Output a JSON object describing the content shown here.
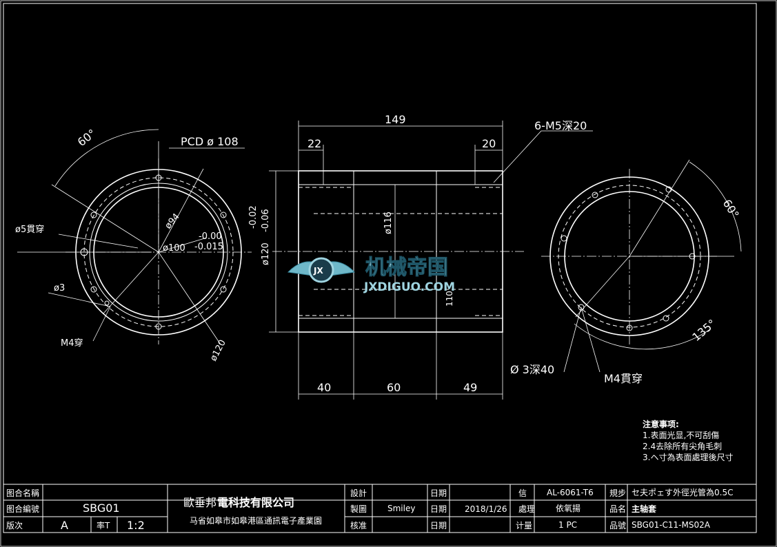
{
  "dims": {
    "overall_length": "149",
    "left_step": "22",
    "right_step": "20",
    "thread": "6-M5深20",
    "od_tol_upper": "-0.02",
    "od_tol_lower": "-0.06",
    "od": "ø120",
    "bore": "ø116",
    "seg1": "40",
    "seg2": "60",
    "seg3": "49",
    "pcd": "PCD ø 108",
    "angle_left": "60°",
    "angle_right": "60°",
    "angle_135": "135°",
    "thru5": "ø5貫穿",
    "d94": "ø94",
    "d100": "ø100",
    "tol_upper": "-0.00",
    "tol_lower": "-0.015",
    "d3": "ø3",
    "m4": "M4穿",
    "d120": "ø120",
    "d3deep": "Ø 3深40",
    "m4thru": "M4貫穿",
    "partial": "110"
  },
  "watermark": {
    "cn": "机械帝国",
    "en": "JXDIGUO.COM",
    "badge": "JX"
  },
  "notes": {
    "heading": "注意事项:",
    "lines": [
      "1.表面光显,不可刮傷",
      "2.4去除所有尖角毛刺",
      "3.ヘ寸為表面處理後尺寸"
    ]
  },
  "titleblock": {
    "r1c1": "图合名稱",
    "r2c1": "图合編號",
    "r2c2": "SBG01",
    "r3c1": "版次",
    "r3c2": "A",
    "r3c3": "率T",
    "r3c4": "1:2",
    "company_prefix": "歐垂邦",
    "company": "電科技有限公司",
    "address": "马省如皋市如皋港區通訊電子產業園",
    "design": "設計",
    "drafted": "製圖",
    "checked": "核准",
    "date_label": "日期",
    "drafter": "Smiley",
    "date": "2018/1/26",
    "material_label": "信",
    "material": "AL-6061-T6",
    "process_label": "處理",
    "process": "依氧揚",
    "qty_label": "计量",
    "qty": "1 PC",
    "spec_label": "規步",
    "spec": "セ夫ポェす外徑光管為0.5C",
    "name_label": "品名",
    "name": "主轴套",
    "no_label": "品號",
    "part_no": "SBG01-C11-MS02A"
  }
}
